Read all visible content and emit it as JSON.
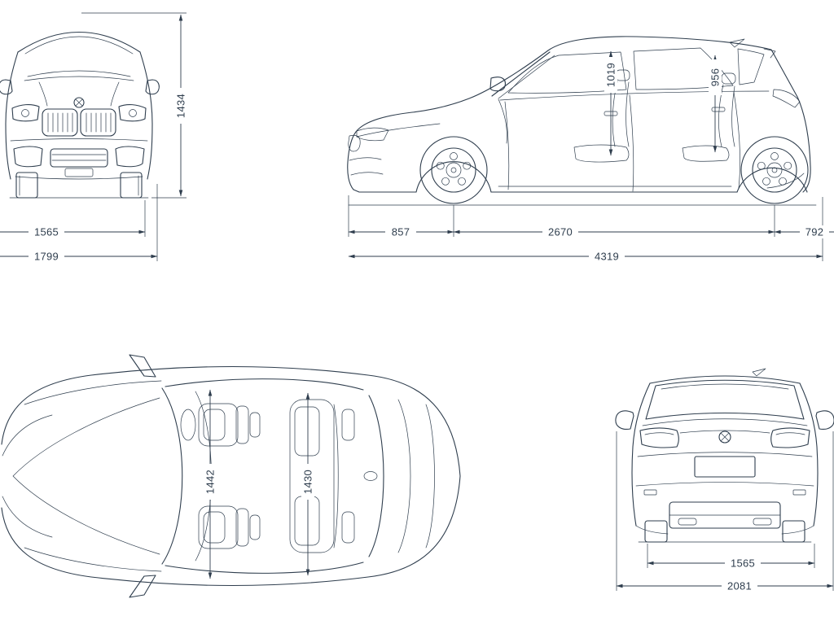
{
  "colors": {
    "line": "#2f3e4e",
    "background": "#ffffff"
  },
  "views": {
    "front": {
      "overall_height": "1434",
      "track_width": "1565",
      "overall_width": "1799"
    },
    "side": {
      "front_interior_height": "1019",
      "rear_interior_height": "956",
      "front_overhang": "857",
      "wheelbase": "2670",
      "rear_overhang": "792",
      "overall_length": "4319"
    },
    "top": {
      "front_interior_width": "1442",
      "rear_interior_width": "1430"
    },
    "rear": {
      "track_width": "1565",
      "overall_width_with_mirrors": "2081"
    }
  }
}
